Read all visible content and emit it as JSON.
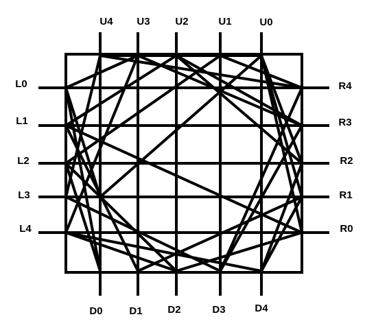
{
  "colors": {
    "background": "#ffffff",
    "stroke": "#000000"
  },
  "labels": {
    "top": [
      "U4",
      "U3",
      "U2",
      "U1",
      "U0"
    ],
    "bottom": [
      "D0",
      "D1",
      "D2",
      "D3",
      "D4"
    ],
    "left": [
      "L0",
      "L1",
      "L2",
      "L3",
      "L4"
    ],
    "right": [
      "R4",
      "R3",
      "R2",
      "R1",
      "R0"
    ]
  }
}
